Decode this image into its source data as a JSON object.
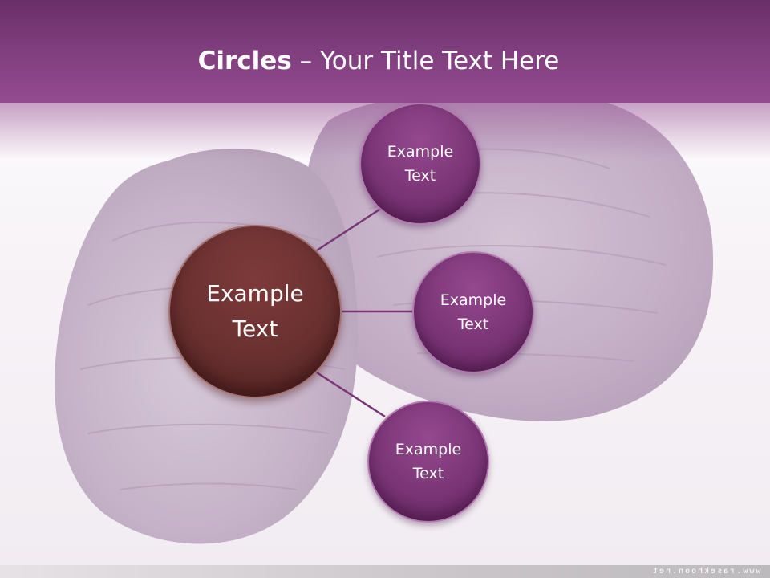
{
  "slide": {
    "title_bold": "Circles",
    "title_rest": " – Your Title Text Here",
    "watermark": "www.rasekhoon.net"
  },
  "diagram": {
    "center": {
      "text": "Example Text",
      "color": "#693030"
    },
    "satellites": [
      {
        "text": "Example Text",
        "color": "#7a3576"
      },
      {
        "text": "Example Text",
        "color": "#7a3576"
      },
      {
        "text": "Example Text",
        "color": "#7a3576"
      }
    ],
    "connector_color": "#7a3576"
  },
  "colors": {
    "header": "#7e3d7c",
    "background_cabbage": "#c9b6cb"
  }
}
